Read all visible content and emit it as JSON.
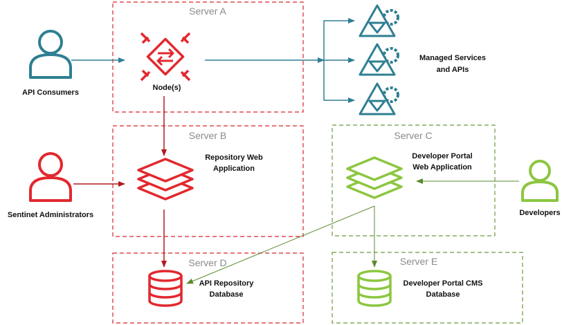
{
  "colors": {
    "teal": "#2e7f92",
    "red": "#e2282e",
    "red_dark": "#b01a1e",
    "green": "#8cc63f",
    "green_dark": "#5b8a2c",
    "box_red": "#d9232b",
    "box_green": "#6a9a3c"
  },
  "servers": {
    "a": "Server A",
    "b": "Server B",
    "c": "Server C",
    "d": "Server D",
    "e": "Server E"
  },
  "actors": {
    "api_consumers": "API Consumers",
    "sentinet_admins": "Sentinet Administrators",
    "developers": "Developers"
  },
  "components": {
    "nodes": "Node(s)",
    "managed_services": [
      "Managed Services",
      "and APIs"
    ],
    "repository_web_app": [
      "Repository Web",
      "Application"
    ],
    "dev_portal_web_app": [
      "Developer Portal",
      "Web Application"
    ],
    "api_repository_db": [
      "API Repository",
      "Database"
    ],
    "dev_portal_cms_db": [
      "Developer Portal CMS",
      "Database"
    ]
  },
  "icons": {
    "user": "user-icon",
    "node": "node-icon",
    "service": "service-gear-icon",
    "layers": "layers-stack-icon",
    "database": "database-icon"
  }
}
